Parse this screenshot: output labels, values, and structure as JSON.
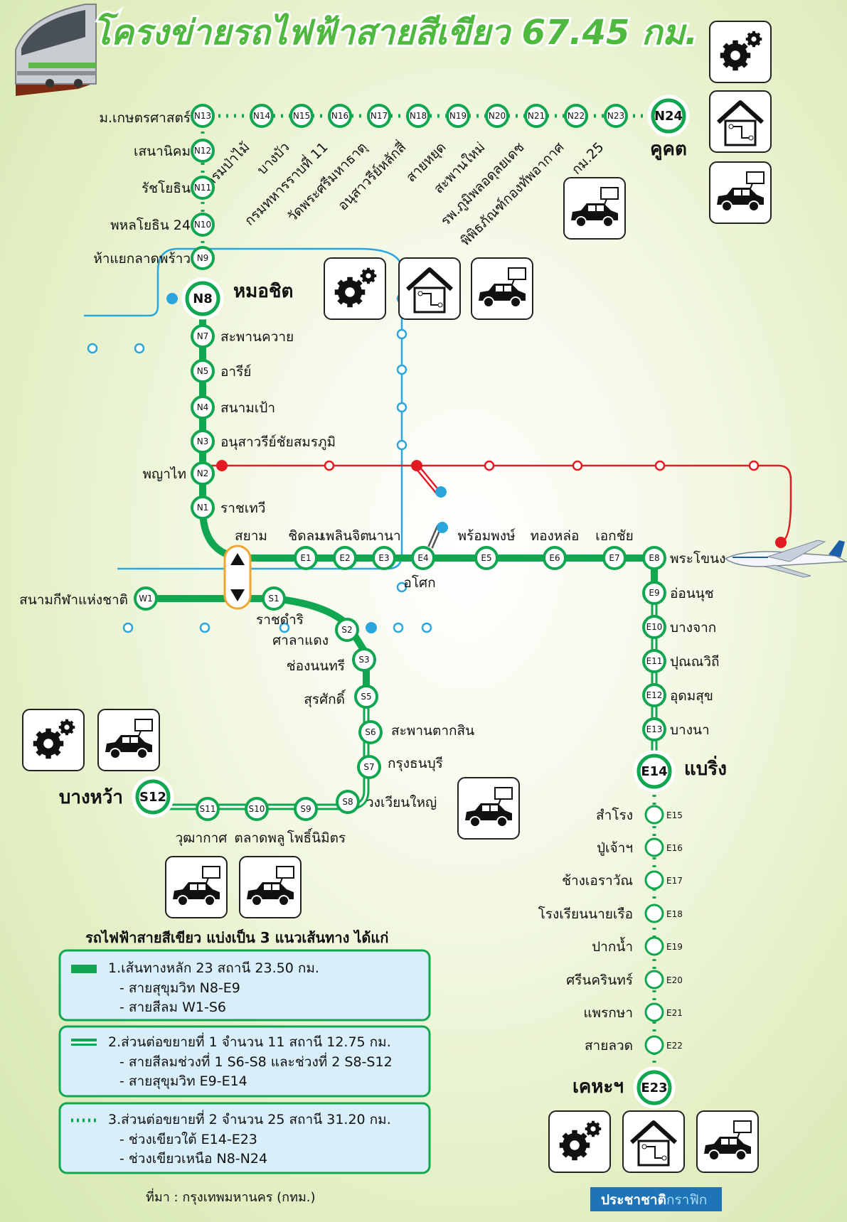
{
  "title": "โครงข่ายรถไฟฟ้าสายสีเขียว 67.45 กม.",
  "colors": {
    "green": "#11a650",
    "red": "#e11b22",
    "blue": "#2aa6dc",
    "title_fill": "#4fb83f",
    "legend_bg": "#d8eef8"
  },
  "stations": {
    "N13": "ม.เกษตรศาสตร์",
    "N12": "เสนานิคม",
    "N11": "รัชโยธิน",
    "N10": "พหลโยธิน 24",
    "N9": "ห้าแยกลาดพร้าว",
    "N8": "หมอชิต",
    "N7": "สะพานควาย",
    "N5": "อารีย์",
    "N4": "สนามเป้า",
    "N3": "อนุสาวรีย์ชัยสมรภูมิ",
    "N2": "พญาไท",
    "N1": "ราชเทวี",
    "CEN": "สยาม",
    "E1": "ชิดลม",
    "E2": "เพลินจิต",
    "E3": "นานา",
    "E4": "อโศก",
    "E5": "พร้อมพงษ์",
    "E6": "ทองหล่อ",
    "E7": "เอกชัย",
    "E8": "พระโขนง",
    "E9": "อ่อนนุช",
    "E10": "บางจาก",
    "E11": "ปุณณวิถี",
    "E12": "อุดมสุข",
    "E13": "บางนา",
    "E14": "แบริ่ง",
    "E15": "สำโรง",
    "E16": "ปู่เจ้าฯ",
    "E17": "ช้างเอราวัณ",
    "E18": "โรงเรียนนายเรือ",
    "E19": "ปากน้ำ",
    "E20": "ศรีนครินทร์",
    "E21": "แพรกษา",
    "E22": "สายลวด",
    "E23": "เคหะฯ",
    "W1": "สนามกีฬาแห่งชาติ",
    "S1": "ราชดำริ",
    "S2": "ศาลาแดง",
    "S3": "ช่องนนทรี",
    "S5": "สุรศักดิ์",
    "S6": "สะพานตากสิน",
    "S7": "กรุงธนบุรี",
    "S8": "วงเวียนใหญ่",
    "S9": "โพธิ์นิมิตร",
    "S10": "ตลาดพลู",
    "S11": "วุฒากาศ",
    "S12": "บางหว้า",
    "N14": "กรมป่าไม้",
    "N15": "บางบัว",
    "N16": "กรมทหารราบที่ 11",
    "N17": "วัดพระศรีมหาธาตุ",
    "N18": "อนุสาวรีย์หลักสี่",
    "N19": "สายหยุด",
    "N20": "สะพานใหม่",
    "N21": "รพ.ภูมิพลอดุลยเดช",
    "N22": "พิพิธภัณฑ์กองทัพอากาศ",
    "N23": "กม.25",
    "N24": "คูคต"
  },
  "legend": {
    "heading": "รถไฟฟ้าสายสีเขียว แบ่งเป็น 3 แนวเส้นทาง ได้แก่",
    "items": [
      {
        "line1": "1.เส้นทางหลัก 23 สถานี 23.50 กม.",
        "line2": "- สายสุขุมวิท N8-E9",
        "line3": "- สายสีลม W1-S6"
      },
      {
        "line1": "2.ส่วนต่อขยายที่ 1 จำนวน 11 สถานี 12.75 กม.",
        "line2": "- สายสีลมช่วงที่ 1 S6-S8 และช่วงที่ 2 S8-S12",
        "line3": "- สายสุขุมวิท E9-E14"
      },
      {
        "line1": "3.ส่วนต่อขยายที่ 2 จำนวน 25 สถานี 31.20 กม.",
        "line2": "- ช่วงเขียวใต้ E14-E23",
        "line3": "- ช่วงเขียวเหนือ N8-N24"
      }
    ]
  },
  "source": "ที่มา : กรุงเทพมหานคร (กทม.)",
  "credit_a": "ประชาชาติ",
  "credit_b": "กราฟิก"
}
